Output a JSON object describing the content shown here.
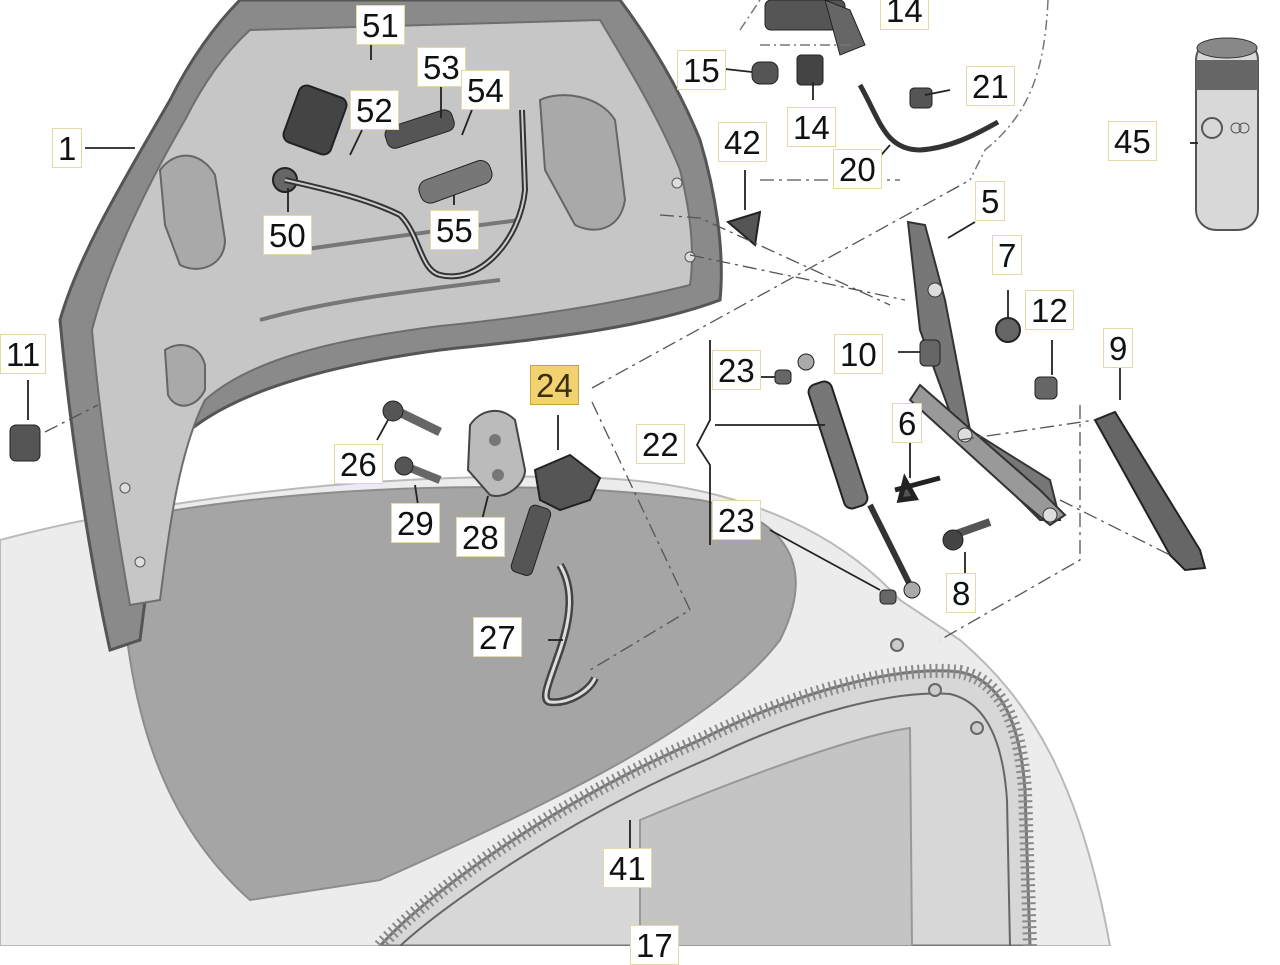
{
  "diagram": {
    "highlighted_part": "24",
    "colors": {
      "highlight": "#f2d270",
      "callout_border": "#e6d9a8",
      "lid": "#8a8a8a",
      "lid_shade": "#c6c6c6",
      "trunk_floor": "#a5a5a5",
      "body_panel": "#ececec",
      "seal": "#8a8a8a"
    },
    "callouts": [
      {
        "id": "label-1",
        "text": "1"
      },
      {
        "id": "label-11",
        "text": "11"
      },
      {
        "id": "label-51",
        "text": "51"
      },
      {
        "id": "label-53",
        "text": "53"
      },
      {
        "id": "label-54",
        "text": "54"
      },
      {
        "id": "label-52",
        "text": "52"
      },
      {
        "id": "label-50",
        "text": "50"
      },
      {
        "id": "label-55",
        "text": "55"
      },
      {
        "id": "label-14-top",
        "text": "14"
      },
      {
        "id": "label-15",
        "text": "15"
      },
      {
        "id": "label-14",
        "text": "14"
      },
      {
        "id": "label-21",
        "text": "21"
      },
      {
        "id": "label-20",
        "text": "20"
      },
      {
        "id": "label-42",
        "text": "42"
      },
      {
        "id": "label-45",
        "text": "45"
      },
      {
        "id": "label-5",
        "text": "5"
      },
      {
        "id": "label-7",
        "text": "7"
      },
      {
        "id": "label-12",
        "text": "12"
      },
      {
        "id": "label-9",
        "text": "9"
      },
      {
        "id": "label-10",
        "text": "10"
      },
      {
        "id": "label-23-upper",
        "text": "23"
      },
      {
        "id": "label-24",
        "text": "24"
      },
      {
        "id": "label-6",
        "text": "6"
      },
      {
        "id": "label-22",
        "text": "22"
      },
      {
        "id": "label-26",
        "text": "26"
      },
      {
        "id": "label-29",
        "text": "29"
      },
      {
        "id": "label-28",
        "text": "28"
      },
      {
        "id": "label-23-lower",
        "text": "23"
      },
      {
        "id": "label-8",
        "text": "8"
      },
      {
        "id": "label-27",
        "text": "27"
      },
      {
        "id": "label-41",
        "text": "41"
      },
      {
        "id": "label-17",
        "text": "17"
      }
    ]
  }
}
